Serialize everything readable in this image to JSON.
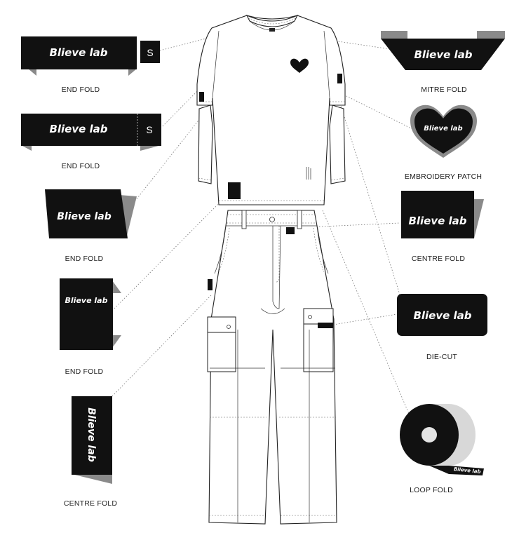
{
  "brand": "Blieve lab",
  "size_tag": "S",
  "labels": [
    {
      "caption": "END FOLD",
      "text": "Blieve lab"
    },
    {
      "caption": "END FOLD",
      "text": "Blieve lab"
    },
    {
      "caption": "END FOLD",
      "text": "Blieve lab"
    },
    {
      "caption": "END FOLD",
      "text": "Blieve lab"
    },
    {
      "caption": "CENTRE FOLD",
      "text": "Blieve lab"
    },
    {
      "caption": "MITRE FOLD",
      "text": "Blieve lab"
    },
    {
      "caption": "EMBROIDERY PATCH",
      "text": "Blieve lab"
    },
    {
      "caption": "CENTRE FOLD",
      "text": "Blieve lab"
    },
    {
      "caption": "DIE-CUT",
      "text": "Blieve lab"
    },
    {
      "caption": "LOOP FOLD",
      "text": "Blieve lab"
    }
  ],
  "colors": {
    "label_black": "#111111",
    "fold_grey": "#8a8a8a",
    "line": "#777777"
  }
}
